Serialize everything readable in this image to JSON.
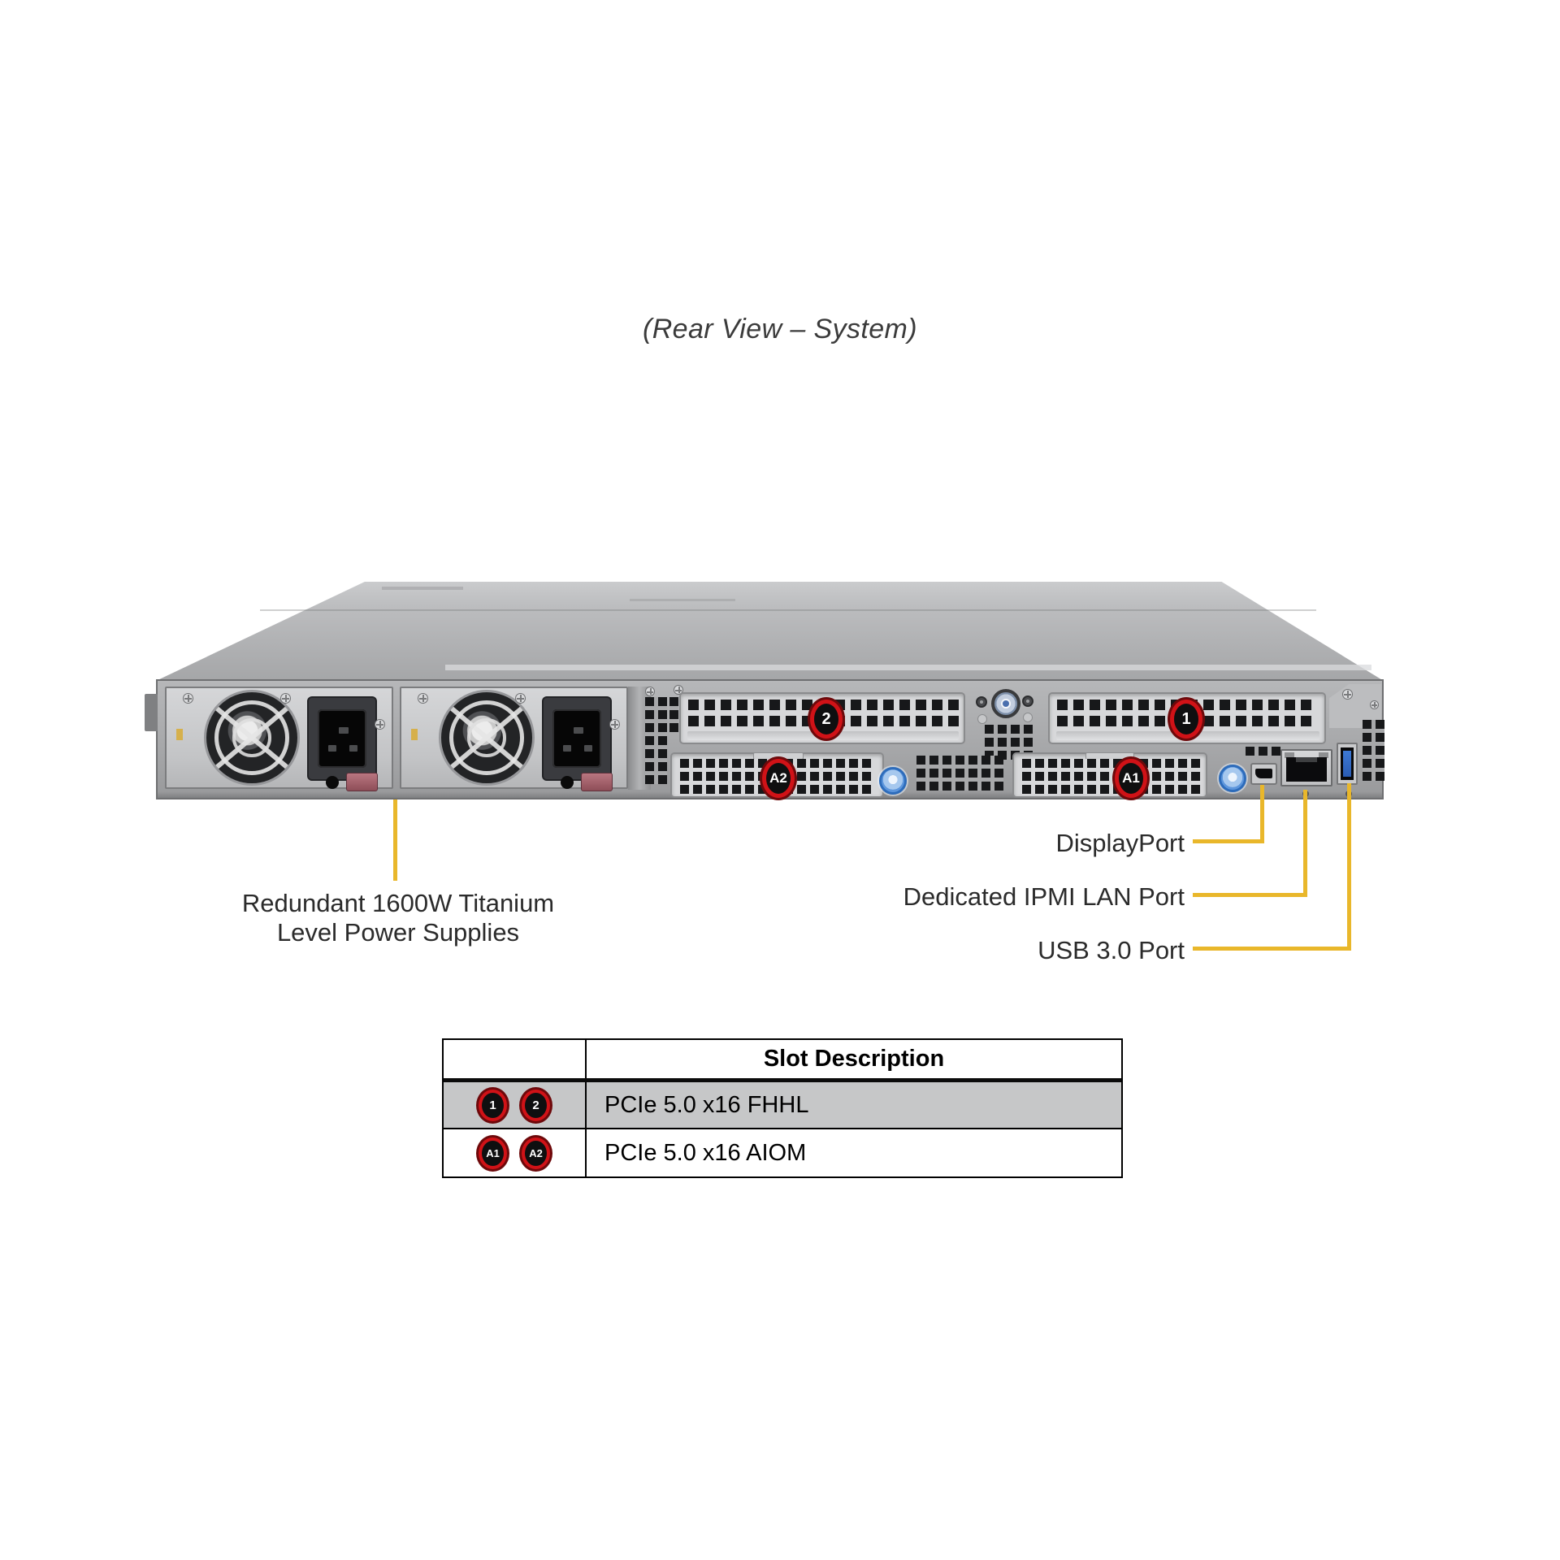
{
  "title": "(Rear View – System)",
  "diagram": {
    "badges": {
      "slot1": "1",
      "slot2": "2",
      "slotA1": "A1",
      "slotA2": "A2"
    },
    "callouts": {
      "psu_line1": "Redundant 1600W Titanium",
      "psu_line2": "Level Power Supplies",
      "displayport": "DisplayPort",
      "ipmi": "Dedicated IPMI LAN Port",
      "usb": "USB 3.0 Port"
    },
    "colors": {
      "callout_yellow": "#E9B72B",
      "badge_red": "#D01217",
      "thumbscrew_blue": "#4A8AD2",
      "chassis_gray": "#A7A8AA"
    }
  },
  "table": {
    "header": "Slot Description",
    "rows": [
      {
        "badges": [
          "1",
          "2"
        ],
        "description": "PCIe 5.0 x16 FHHL"
      },
      {
        "badges": [
          "A1",
          "A2"
        ],
        "description": "PCIe 5.0 x16 AIOM"
      }
    ]
  }
}
